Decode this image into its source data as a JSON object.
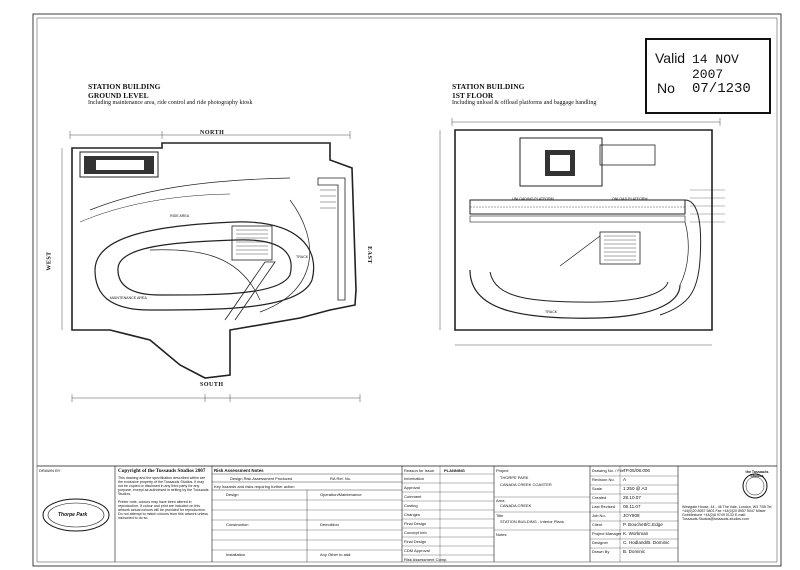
{
  "stamp": {
    "valid_label": "Valid",
    "valid_date": "14 NOV 2007",
    "no_label": "No",
    "no_value": "07/1230"
  },
  "ground": {
    "title": "STATION BUILDING",
    "level": "GROUND LEVEL",
    "caption": "Including maintenance area, ride control and ride photography kiosk",
    "north": "NORTH",
    "south": "SOUTH",
    "west": "WEST",
    "east": "EAST",
    "ride_area": "RIDE AREA",
    "maintenance": "MAINTENANCE AREA",
    "track": "TRACK"
  },
  "first": {
    "title": "STATION BUILDING",
    "level": "1ST FLOOR",
    "caption": "Including unload & offload platforms and baggage handling",
    "unload": "UNLOADING PLATFORM",
    "onload": "ONLOAD PLATFORM",
    "track": "TRACK"
  },
  "titleblock": {
    "drawn_label": "DRAWN BY",
    "copyright_title": "Copyright of the Tussauds Studios 2007",
    "copyright_text": "This drawing and the specification described within are the exclusive property of the Tussauds Studios. It may not be copied or disclosed in any third party for any purpose, except as authorised in writing by the Tussauds Studios.",
    "copyright_text2": "Printer note, colours may have been altered in reproduction. If colour and print are included on this artwork actual colours will be provided for reproduction. Do not attempt to match colours from this artwork unless instructed to do so.",
    "risk_title": "Risk Assessment Notes",
    "risk_header": "Design Risk Assessment Produced",
    "risk_ref": "RA Ref. No.",
    "risk_key": "Key hazards and risks requiring further action",
    "risk_rows": [
      "Design",
      "Construction",
      "Installation"
    ],
    "risk_rows2": [
      "Operation/Maintenance",
      "Demolition",
      "Any Other to add:"
    ],
    "status_label": "Reason for Issue",
    "status_value": "PLANNING",
    "issue_rows": [
      "Information",
      "Approval",
      "Comment",
      "Costing",
      "Changes",
      "Final Design",
      "Concept Info",
      "Final Design",
      "CDM Approval",
      "Risk Assessment Comp."
    ],
    "project_label": "Project",
    "project_1": "THORPE PARK",
    "project_2": "CANADA CREEK COASTER",
    "area_label": "Area",
    "area_value": "CANADA CREEK",
    "title_label": "Title",
    "title_value": "STATION BUILDING - Interior Plans",
    "notes_label": "Notes",
    "fields": [
      {
        "k": "Drawing No. / File",
        "v": "TP.05/08.006"
      },
      {
        "k": "Revision No.",
        "v": "A"
      },
      {
        "k": "Scale",
        "v": "1:250 @ A3"
      },
      {
        "k": "Created",
        "v": "28.10.07"
      },
      {
        "k": "Last Revised",
        "v": "06.11.07"
      },
      {
        "k": "Job No.",
        "v": "JOY808"
      },
      {
        "k": "Client",
        "v": "P. Bouchett/C.Edge"
      },
      {
        "k": "Project Manager",
        "v": "K. Workman"
      },
      {
        "k": "Designer",
        "v": "C. Hodland/B. Dominic"
      },
      {
        "k": "Drawn By",
        "v": "B. Dominic"
      }
    ],
    "logo_text": "the Tussauds Studios",
    "address": "Westgate House, 44 - 46 The Vale, London, W3 7SB Tel +44(0)20 8957 5801 Fax +44(0)20 8957 5047 Mister Gobblestone +44(0)8 9749 0133 E-mail: Tussauds.Studios@tussauds-studios.com",
    "park_logo": "Thorpe Park"
  },
  "colors": {
    "ink": "#111111",
    "paper": "#ffffff"
  }
}
